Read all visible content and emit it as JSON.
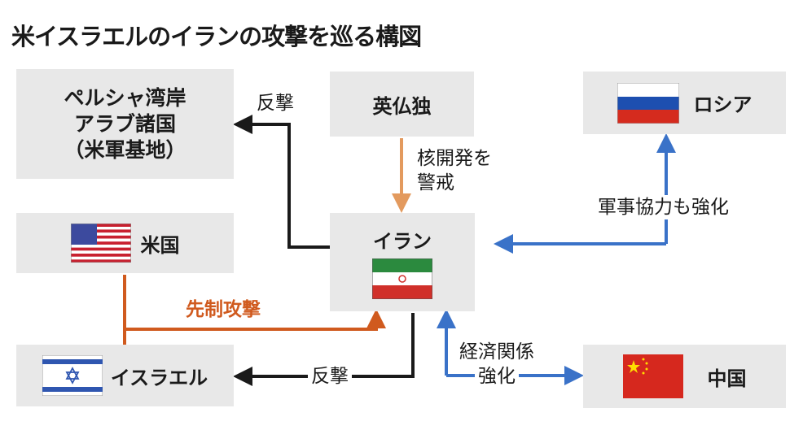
{
  "title": "米イスラエルのイランの攻撃を巡る構図",
  "nodes": {
    "gulf": [
      "ペルシャ湾岸",
      "アラブ諸国",
      "（米軍基地）"
    ],
    "europe": "英仏独",
    "russia": "ロシア",
    "us": "米国",
    "iran": "イラン",
    "israel": "イスラエル",
    "china": "中国"
  },
  "edges": {
    "iran_to_gulf": "反撃",
    "europe_to_iran": [
      "核開発を",
      "警戒"
    ],
    "russia_iran": "軍事協力も強化",
    "us_israel_to_iran": "先制攻撃",
    "iran_to_israel": "反撃",
    "iran_china": [
      "経済関係",
      "強化"
    ]
  },
  "colors": {
    "black": "#1a1a1a",
    "tan": "#e39a5e",
    "orange": "#d05a1e",
    "blue": "#3a72c8",
    "box": "#e8e8e8"
  }
}
